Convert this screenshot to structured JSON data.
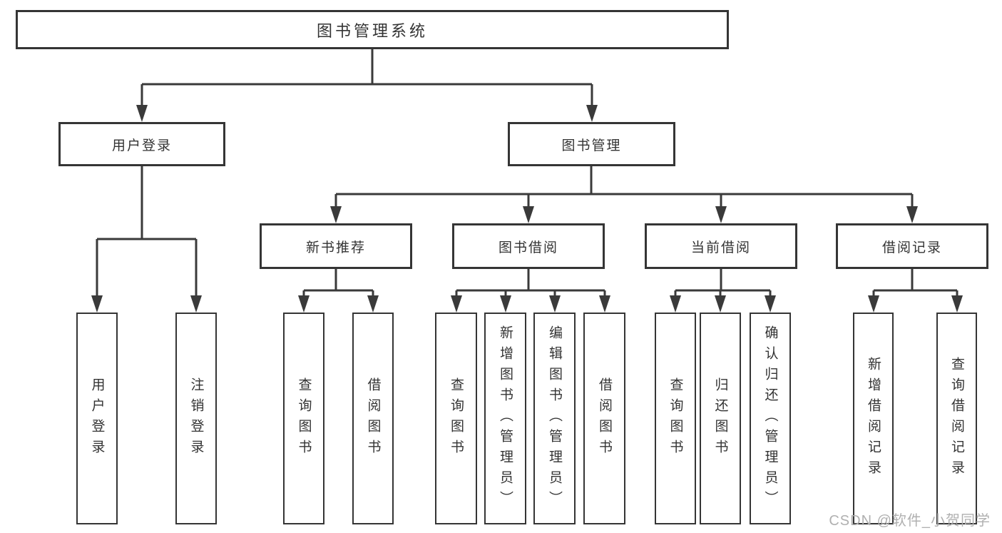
{
  "diagram": {
    "type": "hierarchy-tree",
    "colors": {
      "line": "#3a3a3a",
      "box_border": "#353535",
      "box_fill": "#ffffff",
      "text": "#333333",
      "watermark": "#b0b0b0",
      "background": "#ffffff"
    },
    "tree": {
      "label": "图书管理系统",
      "children": [
        {
          "label": "用户登录",
          "children": [
            {
              "label": "用户登录"
            },
            {
              "label": "注销登录"
            }
          ]
        },
        {
          "label": "图书管理",
          "children": [
            {
              "label": "新书推荐",
              "children": [
                {
                  "label": "查询图书"
                },
                {
                  "label": "借阅图书"
                }
              ]
            },
            {
              "label": "图书借阅",
              "children": [
                {
                  "label": "查询图书"
                },
                {
                  "label": "新增图书（管理员）"
                },
                {
                  "label": "编辑图书（管理员）"
                },
                {
                  "label": "借阅图书"
                }
              ]
            },
            {
              "label": "当前借阅",
              "children": [
                {
                  "label": "查询图书"
                },
                {
                  "label": "归还图书"
                },
                {
                  "label": "确认归还（管理员）"
                }
              ]
            },
            {
              "label": "借阅记录",
              "children": [
                {
                  "label": "新增借阅记录"
                },
                {
                  "label": "查询借阅记录"
                }
              ]
            }
          ]
        }
      ]
    },
    "watermark": {
      "text": "CSDN @软件_小贺同学"
    }
  }
}
